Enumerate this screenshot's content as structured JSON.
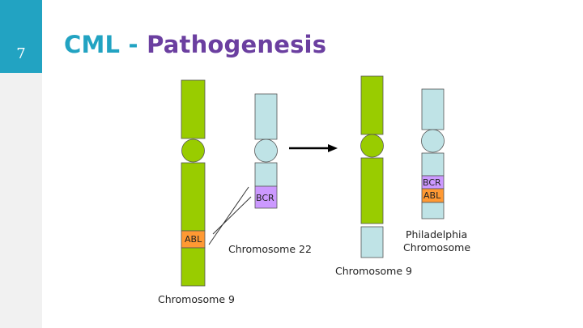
{
  "slide": {
    "number": "7",
    "title_part1": "CML",
    "title_separator": " - ",
    "title_part2": "Pathogenesis"
  },
  "colors": {
    "accent_teal": "#22a3c2",
    "title_purple": "#6b3fa0",
    "chrom9_green": "#99cc00",
    "chrom22_blue": "#bfe3e6",
    "abl_orange": "#ff9933",
    "bcr_purple": "#cc99ff"
  },
  "diagram": {
    "genes": {
      "abl": "ABL",
      "bcr": "BCR"
    },
    "labels": {
      "chromosome9_before": "Chromosome 9",
      "chromosome22_before": "Chromosome 22",
      "chromosome9_after": "Chromosome 9",
      "philadelphia_line1": "Philadelphia",
      "philadelphia_line2": "Chromosome"
    }
  }
}
